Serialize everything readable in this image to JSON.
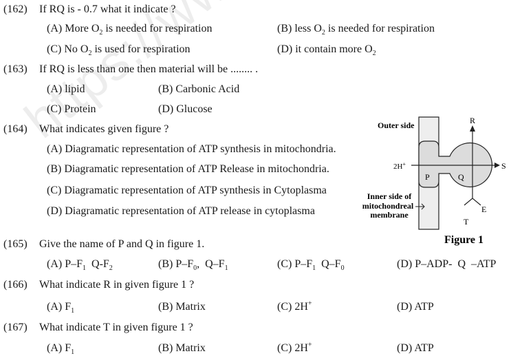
{
  "watermark": "https://www.studiestoday.com",
  "questions": [
    {
      "num": "(162)",
      "text": [
        "If RQ is - 0.7 what it indicate ?"
      ],
      "options": [
        [
          "(A) More O",
          {
            "sub": "2"
          },
          " is needed for respiration"
        ],
        [
          "(B) less O",
          {
            "sub": "2"
          },
          " is needed for respiration"
        ],
        [
          "(C) No O",
          {
            "sub": "2"
          },
          " is used for respiration"
        ],
        [
          "(D) it contain more O",
          {
            "sub": "2"
          }
        ]
      ]
    },
    {
      "num": "(163)",
      "text": [
        "If RQ is less than one then material will be ........ ."
      ],
      "options": [
        [
          "(A) lipid"
        ],
        [
          "(B) Carbonic Acid"
        ],
        [
          "(C) Protein"
        ],
        [
          "(D) Glucose"
        ]
      ]
    },
    {
      "num": "(164)",
      "text": [
        "What indicates given figure ?"
      ],
      "options": [
        [
          "(A) Diagramatic representation of ATP synthesis in mitochondria."
        ],
        [
          "(B) Diagramatic representation of ATP Release in mitochondria."
        ],
        [
          "(C) Diagramatic representation of ATP synthesis in Cytoplasma"
        ],
        [
          "(D) Diagramatic representation of ATP release in cytoplasma"
        ]
      ]
    },
    {
      "num": "(165)",
      "text": [
        "Give the name of P and Q in figure 1."
      ],
      "options": [
        [
          "(A) P–F",
          {
            "sub": "1"
          },
          "  Q-F",
          {
            "sub": "2"
          }
        ],
        [
          "(B) P–F",
          {
            "sub": "0"
          },
          ",  Q–F",
          {
            "sub": "1"
          }
        ],
        [
          "(C) P–F",
          {
            "sub": "1"
          },
          "  Q–F",
          {
            "sub": "0"
          }
        ],
        [
          "(D) P–ADP-  Q  –ATP"
        ]
      ]
    },
    {
      "num": "(166)",
      "text": [
        "What indicate R in given figure 1 ?"
      ],
      "options": [
        [
          "(A) F",
          {
            "sub": "1"
          }
        ],
        [
          "(B) Matrix"
        ],
        [
          "(C) 2H",
          {
            "sup": "+"
          }
        ],
        [
          "(D) ATP"
        ]
      ]
    },
    {
      "num": "(167)",
      "text": [
        "What indicate T in given figure 1 ?"
      ],
      "options": [
        [
          "(A) F",
          {
            "sub": "1"
          }
        ],
        [
          "(B) Matrix"
        ],
        [
          "(C) 2H",
          {
            "sup": "+"
          }
        ],
        [
          "(D) ATP"
        ]
      ]
    }
  ],
  "figure": {
    "outer_side": "Outer side",
    "inner_side": [
      "Inner side of",
      "mitochondreal",
      "membrane"
    ],
    "proton": "2H",
    "proton_sup": "+",
    "P": "P",
    "Q": "Q",
    "R": "R",
    "S": "S",
    "E": "E",
    "T": "T",
    "caption": "Figure 1"
  }
}
